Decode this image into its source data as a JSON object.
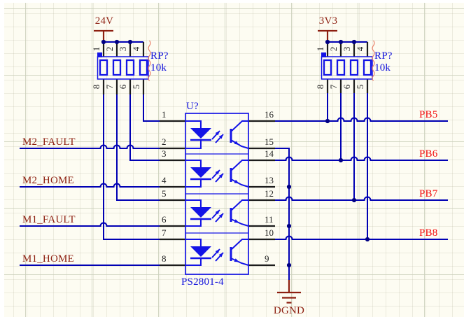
{
  "colors": {
    "background": "#FDFCF2",
    "wire_blue": "#0000B4",
    "junction_blue": "#000084",
    "symbol_blue": "#1414E6",
    "component_text_blue": "#1212DC",
    "pin_black": "#1C1C1C",
    "pin_text": "#262626",
    "power_maroon": "#8D1F10",
    "net_red": "#F20D0D",
    "error_squiggle": "#E9826B"
  },
  "power_ports": {
    "rail_left": "24V",
    "rail_right": "3V3",
    "ground": "DGND"
  },
  "net_labels_left": [
    "M2_FAULT",
    "M2_HOME",
    "M1_FAULT",
    "M1_HOME"
  ],
  "net_labels_right": [
    "PB5",
    "PB6",
    "PB7",
    "PB8"
  ],
  "resistor_pack_left": {
    "designator": "RP?",
    "value": "10k",
    "top_pins": [
      "1",
      "2",
      "3",
      "4"
    ],
    "bottom_pins": [
      "8",
      "7",
      "6",
      "5"
    ]
  },
  "resistor_pack_right": {
    "designator": "RP?",
    "value": "10k",
    "top_pins": [
      "1",
      "2",
      "3",
      "4"
    ],
    "bottom_pins": [
      "8",
      "7",
      "6",
      "5"
    ]
  },
  "optocoupler": {
    "designator": "U?",
    "part_number": "PS2801-4",
    "left_pins": [
      "1",
      "2",
      "3",
      "4",
      "5",
      "6",
      "7",
      "8"
    ],
    "right_pins": [
      "16",
      "15",
      "14",
      "13",
      "12",
      "11",
      "10",
      "9"
    ]
  }
}
